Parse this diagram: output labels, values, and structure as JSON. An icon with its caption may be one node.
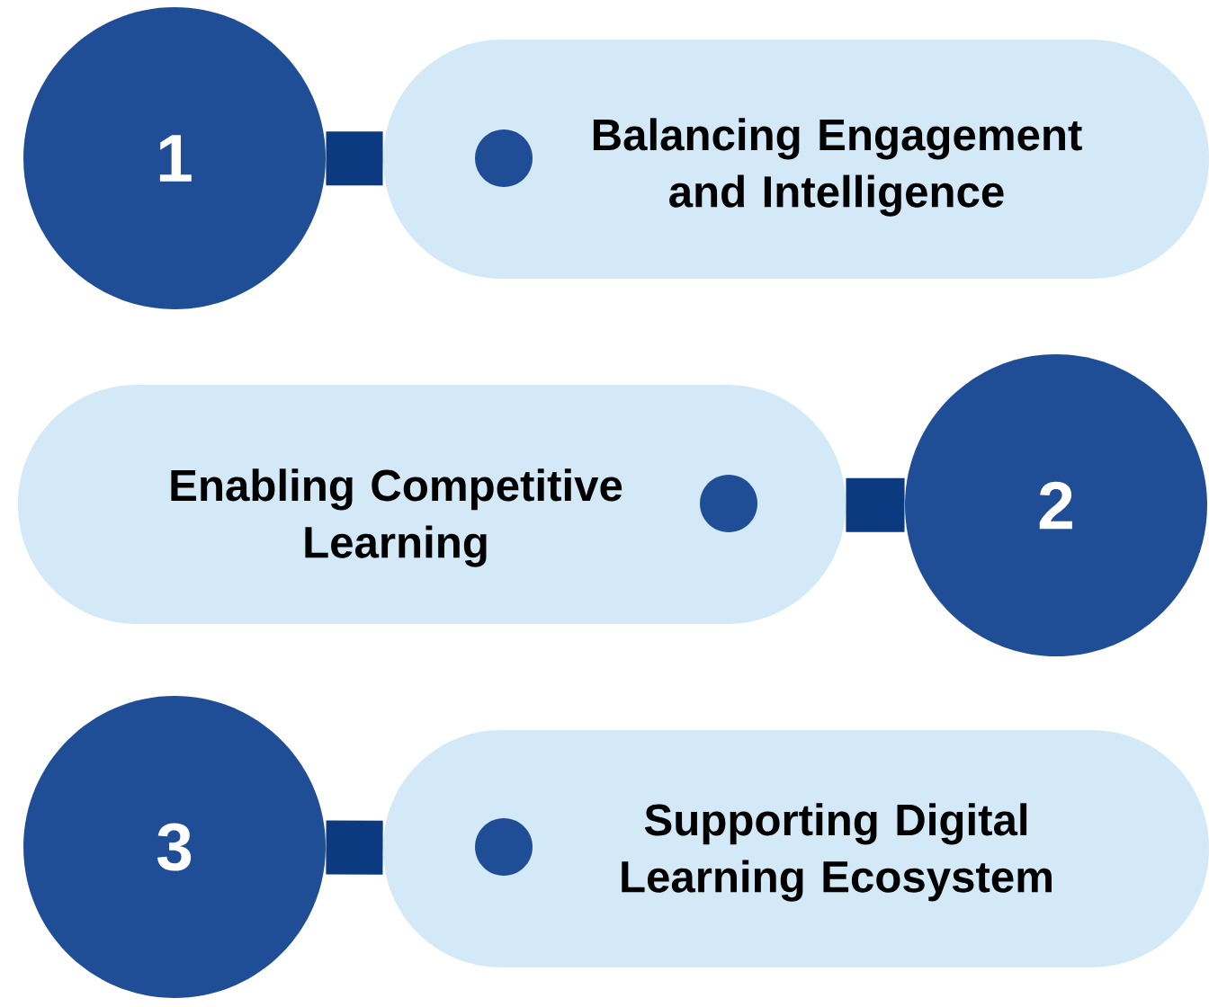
{
  "diagram": {
    "nodes": [
      {
        "text": [
          "1"
        ]
      },
      {
        "text": [
          "Balancing Engagement and Intelligence"
        ]
      },
      {
        "text": [
          "Enabling Competitive Learning"
        ]
      },
      {
        "text": [
          "2"
        ]
      },
      {
        "text": [
          "3"
        ]
      },
      {
        "text": [
          "Supporting Digital Learning Ecosystem"
        ]
      }
    ],
    "edges": [
      {
        "from": 0,
        "to": 1,
        "arrow": "none"
      },
      {
        "from": 3,
        "to": 2,
        "arrow": "none"
      },
      {
        "from": 4,
        "to": 5,
        "arrow": "none"
      }
    ]
  }
}
